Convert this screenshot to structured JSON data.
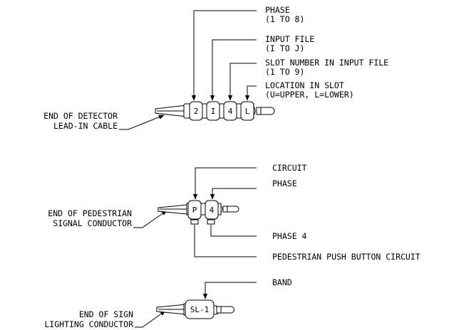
{
  "diagram1": {
    "cable_label": [
      "END OF DETECTOR",
      "LEAD-IN CABLE"
    ],
    "bands": [
      "2",
      "I",
      "4",
      "L"
    ],
    "callouts": [
      {
        "title": "PHASE",
        "detail": "(1 TO 8)"
      },
      {
        "title": "INPUT FILE",
        "detail": "(I TO J)"
      },
      {
        "title": "SLOT NUMBER IN INPUT FILE",
        "detail": "(1 TO 9)"
      },
      {
        "title": "LOCATION IN SLOT",
        "detail": "(U=UPPER, L=LOWER)"
      }
    ]
  },
  "diagram2": {
    "cable_label": [
      "END OF PEDESTRIAN",
      "SIGNAL CONDUCTOR"
    ],
    "bands": [
      "P",
      "4"
    ],
    "callouts_top": [
      "CIRCUIT",
      "PHASE"
    ],
    "callouts_bottom": [
      "PHASE 4",
      "PEDESTRIAN PUSH BUTTON CIRCUIT"
    ]
  },
  "diagram3": {
    "cable_label": [
      "END OF SIGN",
      "LIGHTING CONDUCTOR"
    ],
    "band": "SL-1",
    "callout": "BAND"
  }
}
